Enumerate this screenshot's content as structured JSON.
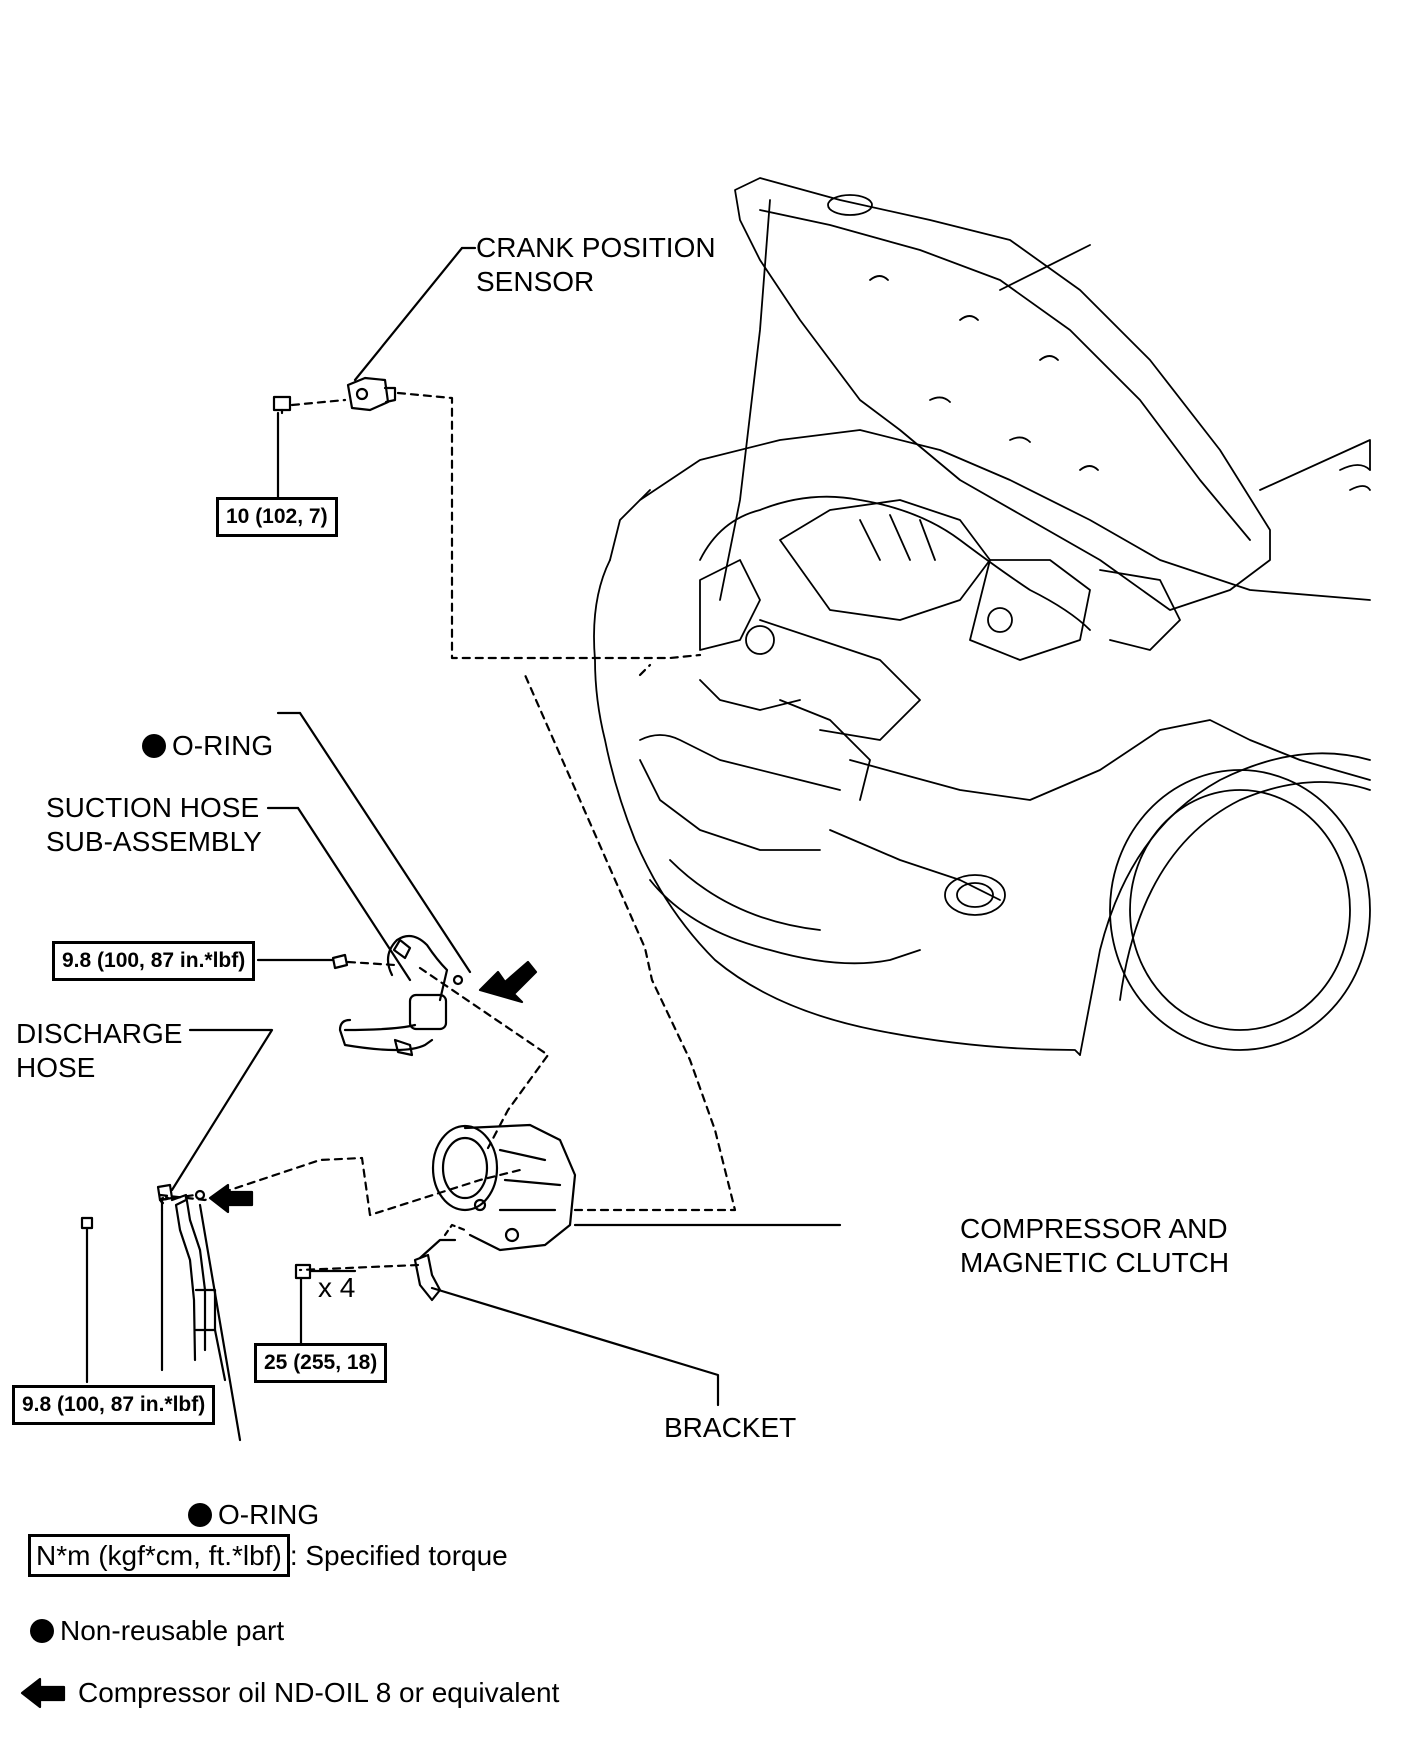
{
  "labels": {
    "crank_sensor": "CRANK POSITION\nSENSOR",
    "o_ring_top": "O-RING",
    "suction_hose": "SUCTION HOSE\nSUB-ASSEMBLY",
    "discharge_hose": "DISCHARGE\nHOSE",
    "compressor": "COMPRESSOR AND\nMAGNETIC CLUTCH",
    "bracket": "BRACKET",
    "o_ring_bottom": "O-RING",
    "count": "x 4"
  },
  "torques": {
    "crank_bolt": "10 (102, 7)",
    "suction_bolt": "9.8 (100, 87 in.*lbf)",
    "discharge_bolt": "9.8 (100, 87 in.*lbf)",
    "compressor_bolt": "25 (255, 18)"
  },
  "legend": {
    "torque_box": "N*m (kgf*cm, ft.*lbf)",
    "torque_text": ": Specified torque",
    "nonreusable": "Non-reusable part",
    "oil": "Compressor oil ND-OIL 8 or equivalent"
  },
  "icons": [
    "filled-circle-icon",
    "arrow-left-icon",
    "o-ring-icon",
    "bolt-icon"
  ]
}
